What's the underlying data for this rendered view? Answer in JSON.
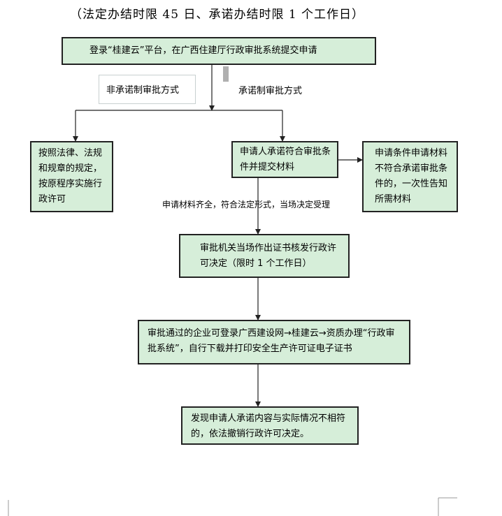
{
  "title": "（法定办结时限 45 日、承诺办结时限 1 个工作日）",
  "boxes": {
    "login": "登录“桂建云”平台，在广西住建厅行政审批系统提交申请",
    "non_commit_method": "非承诺制审批方式",
    "commit_method": "承诺制审批方式",
    "legal_approval": "按照法律、法规和规章的规定，按原程序实施行政许可",
    "applicant_commit": "申请人承诺符合审批条件并提交材料",
    "not_qualified": "申请条件申请材料不符合承诺审批条件的，一次性告知所需材料",
    "on_site_decision": "审批机关当场作出证书核发行政许可决定（限时 1 个工作日）",
    "download_cert": "审批通过的企业可登录广西建设网→桂建云→资质办理“行政审批系统”，自行下载并打印安全生产许可证电子证书",
    "revoke": "发现申请人承诺内容与实际情况不相符的，依法撤销行政许可决定。"
  },
  "notes": {
    "materials_complete": "申请材料齐全，符合法定形式，当场决定受理"
  },
  "colors": {
    "box_fill": "#d6eed9",
    "border": "#222222"
  }
}
